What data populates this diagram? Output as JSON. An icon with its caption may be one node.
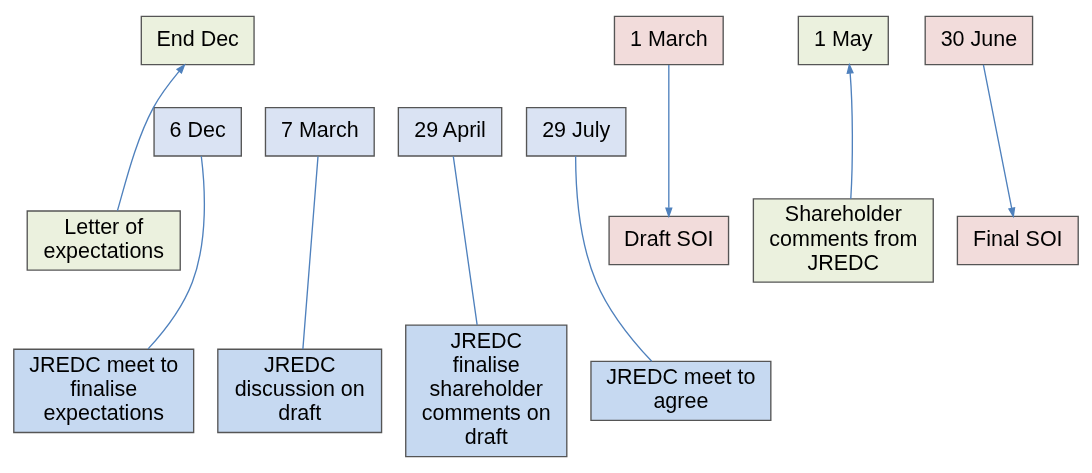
{
  "diagram": {
    "nodes": [
      {
        "text": [
          "6 Dec"
        ]
      },
      {
        "text": [
          "End Dec"
        ]
      },
      {
        "text": [
          "Letter of expectations"
        ]
      },
      {
        "text": [
          "1 March"
        ]
      },
      {
        "text": [
          "7 March"
        ]
      },
      {
        "text": [
          "29 April"
        ]
      },
      {
        "text": [
          "1 May"
        ]
      },
      {
        "text": [
          "30 June"
        ]
      },
      {
        "text": [
          "29 July"
        ]
      },
      {
        "text": [
          "Draft SOI"
        ]
      },
      {
        "text": [
          "Shareholder comments from JREDC"
        ]
      },
      {
        "text": [
          "Final SOI"
        ]
      },
      {
        "text": [
          "JREDC meet to finalise expectations"
        ]
      },
      {
        "text": [
          "JREDC discussion on draft"
        ]
      },
      {
        "text": [
          "JREDC finalise shareholder comments on draft"
        ]
      },
      {
        "text": [
          "JREDC meet to agree"
        ]
      }
    ],
    "edges": [
      {
        "from": 0,
        "to": 12,
        "arrow": "none"
      },
      {
        "from": 2,
        "to": 1,
        "arrow": "to"
      },
      {
        "from": 3,
        "to": 9,
        "arrow": "to"
      },
      {
        "from": 4,
        "to": 13,
        "arrow": "none"
      },
      {
        "from": 5,
        "to": 14,
        "arrow": "none"
      },
      {
        "from": 10,
        "to": 6,
        "arrow": "to"
      },
      {
        "from": 7,
        "to": 11,
        "arrow": "to"
      },
      {
        "from": 8,
        "to": 15,
        "arrow": "none"
      }
    ]
  }
}
